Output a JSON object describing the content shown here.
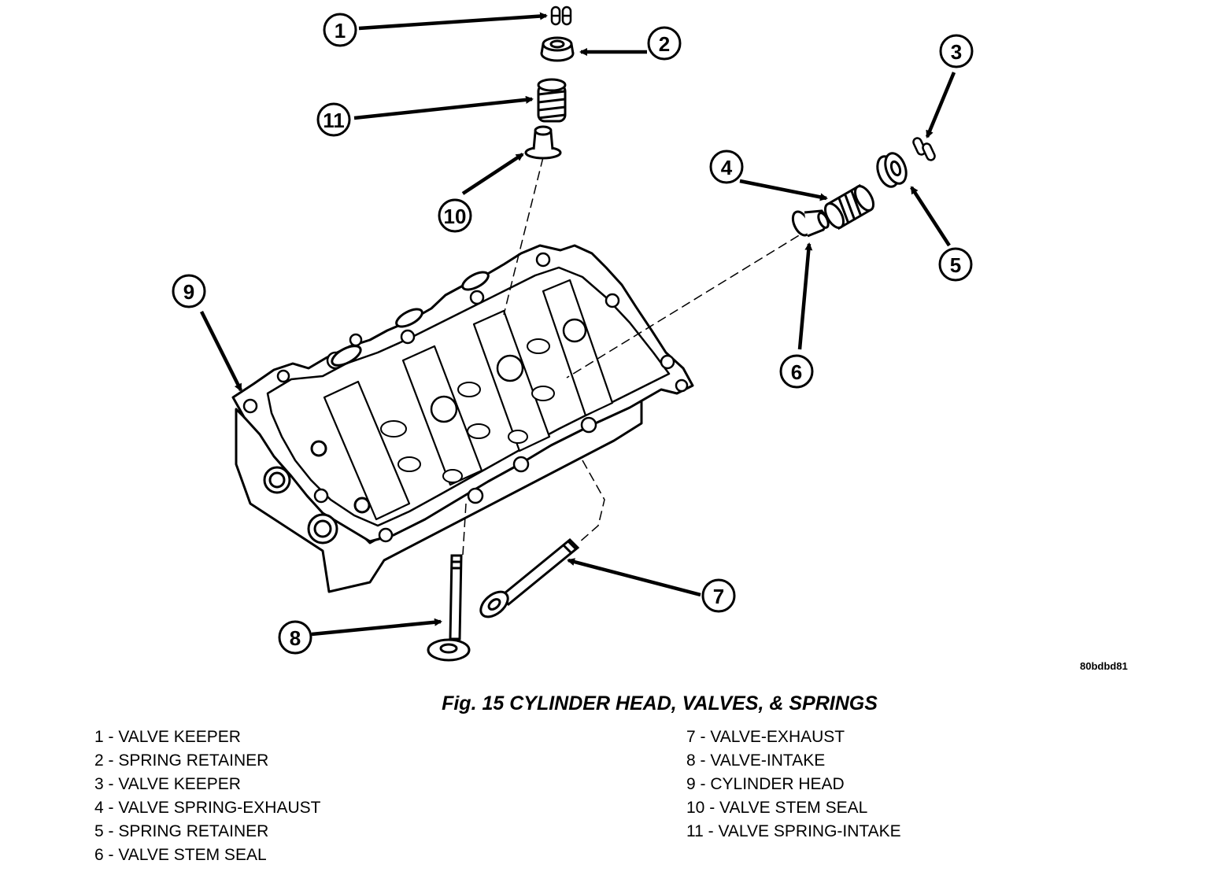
{
  "figure": {
    "caption": "Fig. 15 CYLINDER HEAD, VALVES, & SPRINGS",
    "reference_code": "80bdbd81"
  },
  "callouts": [
    "1",
    "2",
    "3",
    "4",
    "5",
    "6",
    "7",
    "8",
    "9",
    "10",
    "11"
  ],
  "legend": {
    "left": [
      "1 - VALVE KEEPER",
      "2 - SPRING RETAINER",
      "3 - VALVE KEEPER",
      "4 - VALVE SPRING-EXHAUST",
      "5 - SPRING RETAINER",
      "6 - VALVE STEM SEAL"
    ],
    "right": [
      "7 - VALVE-EXHAUST",
      "8 - VALVE-INTAKE",
      "9 - CYLINDER HEAD",
      "10 - VALVE STEM SEAL",
      "11 - VALVE SPRING-INTAKE"
    ]
  }
}
